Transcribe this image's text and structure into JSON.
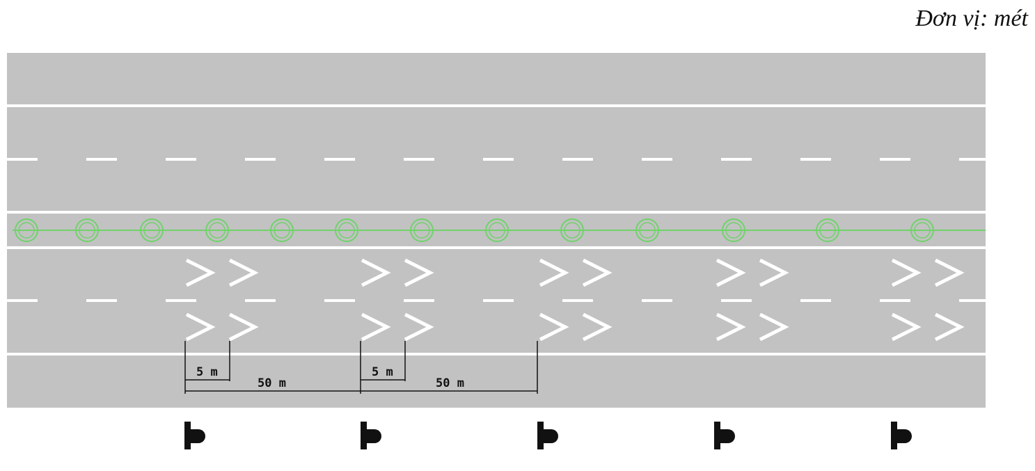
{
  "unit_label": "Đơn vị: mét",
  "dimensions": {
    "short_gap": "5 m",
    "long_gap": "50 m"
  },
  "colors": {
    "road": "#c2c2c2",
    "marking": "#ffffff",
    "median_plant": "#6fd36a",
    "dimension_line": "#111111",
    "sign": "#111111"
  },
  "icons": {
    "median_shrub": "shrub-icon",
    "chevron": "chevron-icon",
    "roadside_sign": "sign-post-icon"
  }
}
